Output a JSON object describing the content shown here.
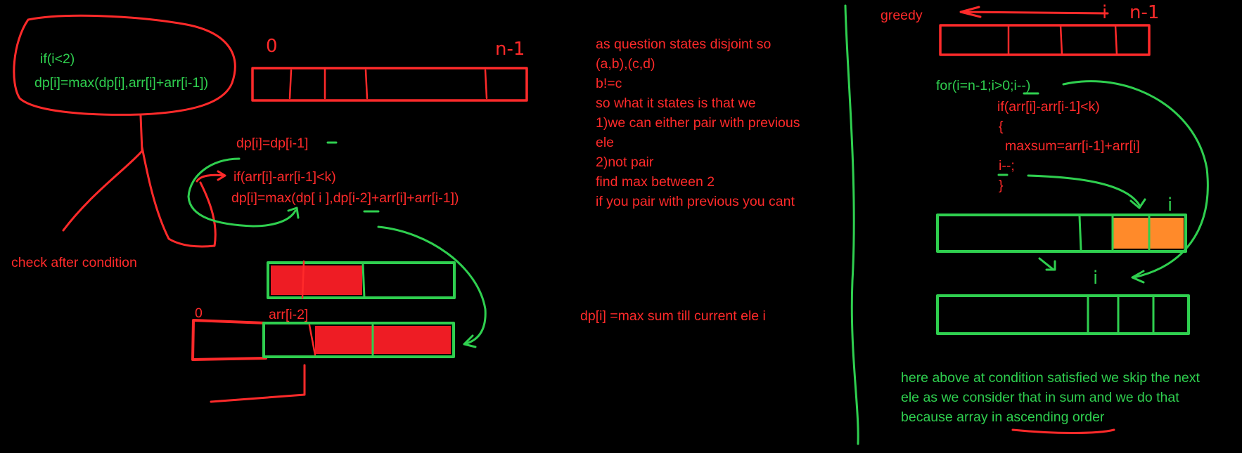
{
  "colors": {
    "background": "#000000",
    "red": "#ff2a2a",
    "green": "#2fcf4f",
    "orange": "#ff8a2a",
    "fill_red": "#ee1c24"
  },
  "left": {
    "bubble_line1": "if(i<2)",
    "bubble_line2": "dp[i]=max(dp[i],arr[i]+arr[i-1])",
    "label_zero": "0",
    "label_n1": "n-1",
    "dp_prev": "dp[i]=dp[i-1]",
    "cond_line": "if(arr[i]-arr[i-1]<k)",
    "dp_pair": "dp[i]=max(dp[ i ],dp[i-2]+arr[i]+arr[i-1])",
    "check_after": "check after condition",
    "label_zero2": "0",
    "label_arr_i2": "arr[i-2]"
  },
  "middle": {
    "lines": [
      "as question states disjoint so",
      "(a,b),(c,d)",
      "b!=c",
      "so what it states is that we",
      "1)we can either pair with previous",
      "ele",
      "2)not pair",
      "find max between 2",
      "if you pair with previous you cant"
    ],
    "dp_def": "dp[i] =max sum till current ele i"
  },
  "right": {
    "greedy": "greedy",
    "label_i": "i",
    "label_n1": "n-1",
    "for_line": "for(i=n-1;i>0;i--)",
    "if_line": "if(arr[i]-arr[i-1]<k)",
    "brace_open": "{",
    "maxsum_line": "maxsum=arr[i-1]+arr[i]",
    "idec_line": "i--;",
    "brace_close": "}",
    "label_i_top": "i",
    "label_i_bottom": "i",
    "note_lines": [
      "here above at condition satisfied we skip the next",
      "ele as we consider that in sum and we do that",
      "because array in ascending order"
    ]
  }
}
